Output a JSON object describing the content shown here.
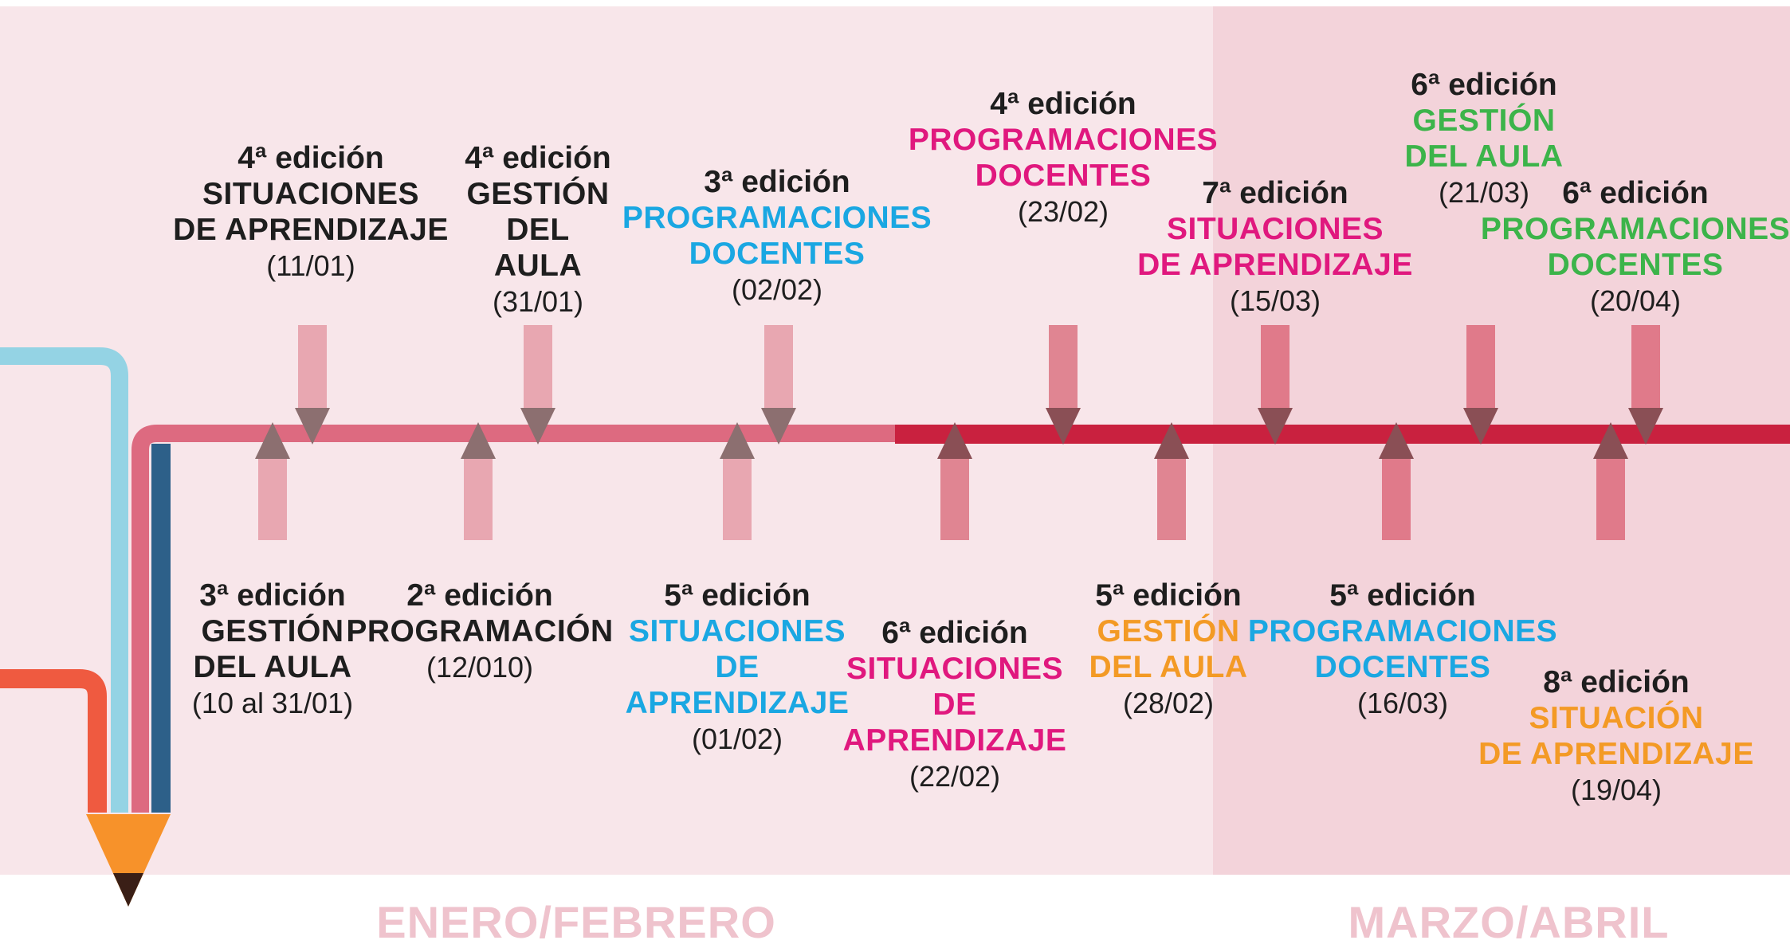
{
  "months": [
    {
      "label": "ENERO/FEBRERO"
    },
    {
      "label": "MARZO/ABRIL"
    }
  ],
  "events_top": [
    {
      "edition": "4ª edición",
      "title": [
        "SITUACIONES",
        "DE APRENDIZAJE"
      ],
      "date": "(11/01)",
      "color": "black"
    },
    {
      "edition": "4ª edición",
      "title": [
        "GESTIÓN",
        "DEL",
        "AULA"
      ],
      "date": "(31/01)",
      "color": "black"
    },
    {
      "edition": "3ª edición",
      "title": [
        "PROGRAMACIONES",
        "DOCENTES"
      ],
      "date": "(02/02)",
      "color": "blue"
    },
    {
      "edition": "4ª edición",
      "title": [
        "PROGRAMACIONES",
        "DOCENTES"
      ],
      "date": "(23/02)",
      "color": "pink"
    },
    {
      "edition": "7ª edición",
      "title": [
        "SITUACIONES",
        "DE APRENDIZAJE"
      ],
      "date": "(15/03)",
      "color": "pink"
    },
    {
      "edition": "6ª edición",
      "title": [
        "GESTIÓN",
        "DEL AULA"
      ],
      "date": "(21/03)",
      "color": "green"
    },
    {
      "edition": "6ª edición",
      "title": [
        "PROGRAMACIONES",
        "DOCENTES"
      ],
      "date": "(20/04)",
      "color": "green"
    }
  ],
  "events_bottom": [
    {
      "edition": "3ª edición",
      "title": [
        "GESTIÓN",
        "DEL AULA"
      ],
      "date": "(10 al 31/01)",
      "color": "black"
    },
    {
      "edition": "2ª edición",
      "title": [
        "PROGRAMACIÓN"
      ],
      "date": "(12/010)",
      "color": "black"
    },
    {
      "edition": "5ª edición",
      "title": [
        "SITUACIONES",
        "DE",
        "APRENDIZAJE"
      ],
      "date": "(01/02)",
      "color": "blue"
    },
    {
      "edition": "6ª edición",
      "title": [
        "SITUACIONES",
        "DE",
        "APRENDIZAJE"
      ],
      "date": "(22/02)",
      "color": "pink"
    },
    {
      "edition": "5ª edición",
      "title": [
        "GESTIÓN",
        "DEL AULA"
      ],
      "date": "(28/02)",
      "color": "orange"
    },
    {
      "edition": "5ª edición",
      "title": [
        "PROGRAMACIONES",
        "DOCENTES"
      ],
      "date": "(16/03)",
      "color": "blue"
    },
    {
      "edition": "8ª edición",
      "title": [
        "SITUACIÓN",
        "DE APRENDIZAJE"
      ],
      "date": "(19/04)",
      "color": "orange"
    }
  ],
  "colors": {
    "bg_jan_feb": "#f8e6ea",
    "bg_mar_apr": "#f3d3da",
    "timeline_light": "#dd6a80",
    "timeline_dark": "#c9213f",
    "month_text": "#efc3cd"
  }
}
